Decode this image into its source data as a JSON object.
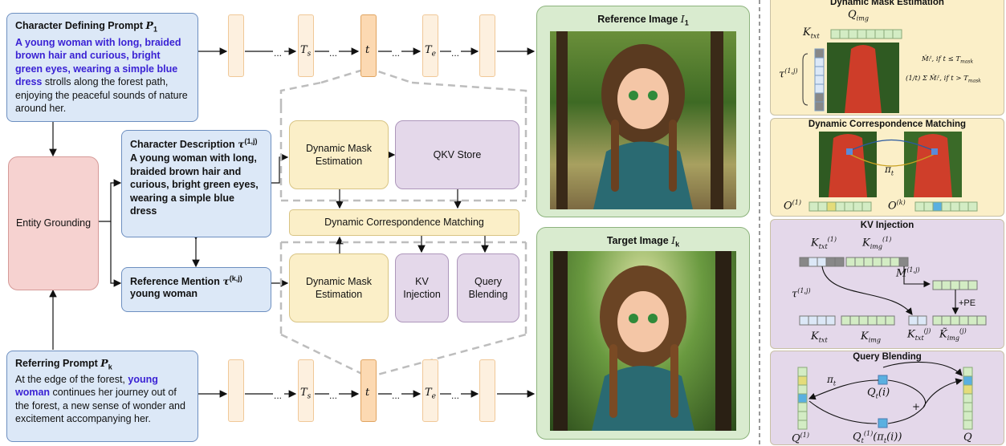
{
  "left": {
    "char_prompt": {
      "title": "Character Defining Prompt",
      "symbol": "P",
      "sub": "1",
      "highlight": "A young woman with long, braided brown hair and curious, bright green eyes, wearing a simple blue dress",
      "rest": " strolls along the forest path, enjoying the peaceful sounds of nature around her."
    },
    "entity_grounding": "Entity Grounding",
    "char_desc": {
      "title": "Character Description",
      "symbol": "τ",
      "sup": "(1,j)",
      "text": "A young woman with long, braided brown hair and curious, bright green eyes, wearing a simple blue dress"
    },
    "ref_mention": {
      "title": "Reference Mention",
      "symbol": "τ",
      "sup": "(k,j)",
      "text": "young woman"
    },
    "ref_prompt": {
      "title": "Referring Prompt",
      "symbol": "P",
      "sub": "k",
      "pre": "At the edge of the forest, ",
      "highlight": "young woman",
      "rest": " continues her journey out of the forest, a new sense of wonder and excitement accompanying her."
    }
  },
  "middle": {
    "dme_top": "Dynamic Mask Estimation",
    "qkv": "QKV Store",
    "dcm": "Dynamic Correspondence Matching",
    "dme_bottom": "Dynamic Mask Estimation",
    "kv": "KV Injection",
    "qb": "Query Blending",
    "ts": "T",
    "ts_sub": "s",
    "t": "t",
    "te": "T",
    "te_sub": "e",
    "dots": "..."
  },
  "images": {
    "ref_title": "Reference Image",
    "ref_sym": "I",
    "ref_sub": "1",
    "tgt_title": "Target Image",
    "tgt_sym": "I",
    "tgt_sub": "k"
  },
  "right": {
    "dme": {
      "title": "Dynamic Mask Estimation",
      "q": "Q",
      "q_sub": "img",
      "k": "K",
      "k_sub": "txt",
      "tau": "τ",
      "tau_sup": "(1,j)",
      "case1": "M̂ᵢᵗ,  if  t ≤ T",
      "case1_sub": "mask",
      "case2": "(1/t) Σ M̂ᵢᵗ,  if  t > T",
      "case2_sub": "mask"
    },
    "dcm": {
      "title": "Dynamic Correspondence Matching",
      "pi": "π",
      "pi_sub": "t",
      "o1": "O",
      "o1_sup": "(1)",
      "ok": "O",
      "ok_sup": "(k)"
    },
    "kv": {
      "title": "KV Injection",
      "ktxt1": "K",
      "ktxt1_sub": "txt",
      "ktxt1_sup": "(1)",
      "kimg1": "K",
      "kimg1_sub": "img",
      "kimg1_sup": "(1)",
      "m": "M",
      "m_sup": "(1,j)",
      "tau": "τ",
      "tau_sup": "(1,j)",
      "pe": "+PE",
      "b_ktxt": "K",
      "b_ktxt_sub": "txt",
      "b_kimg": "K",
      "b_kimg_sub": "img",
      "b_ktxtj": "K",
      "b_ktxtj_sub": "txt",
      "b_ktxtj_sup": "(j)",
      "b_kimgj": "K̃",
      "b_kimgj_sub": "img",
      "b_kimgj_sup": "(j)"
    },
    "qb": {
      "title": "Query Blending",
      "pi": "π",
      "pi_sub": "t",
      "qt": "Q",
      "qt_sub": "t",
      "qt_arg": "(i)",
      "plus": "+",
      "q1": "Q",
      "q1_sup": "(1)",
      "q1t": "Q",
      "q1t_sub": "t",
      "q1t_sup": "(1)",
      "q1t_arg": "(π",
      "q1t_arg_sub": "t",
      "q1t_arg_end": "(i))",
      "q": "Q"
    }
  },
  "colors": {
    "blue_text": "#3a22d4",
    "prompt_bg": "#dce8f7",
    "grounding_bg": "#f6d2d0",
    "mask_bg": "#fbefc8",
    "store_bg": "#e4d8ea",
    "image_bg": "#d9ebcf"
  }
}
